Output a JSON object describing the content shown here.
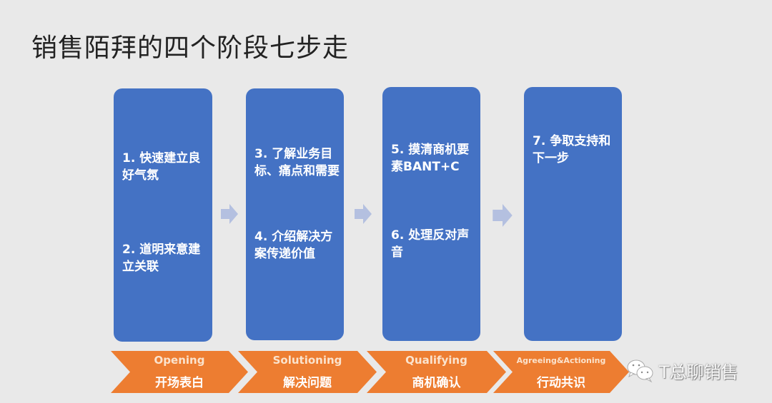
{
  "title": "销售陌拜的四个阶段七步走",
  "colors": {
    "card": "#4472c4",
    "arrow": "#b4c0e0",
    "chevron": "#ed7d31",
    "background": "#e9e9e9"
  },
  "cards": [
    {
      "items": [
        "1. 快速建立良好气氛",
        "2. 道明来意建立关联"
      ]
    },
    {
      "items": [
        "3. 了解业务目标、痛点和需要",
        "4. 介绍解决方案传递价值"
      ]
    },
    {
      "items": [
        "5. 摸清商机要素BANT+C",
        "6. 处理反对声音"
      ]
    },
    {
      "items": [
        "7. 争取支持和下一步"
      ]
    }
  ],
  "stages": [
    {
      "en": "Opening",
      "zh": "开场表白"
    },
    {
      "en": "Solutioning",
      "zh": "解决问题"
    },
    {
      "en": "Qualifying",
      "zh": "商机确认"
    },
    {
      "en": "Agreeing&Actioning",
      "zh": "行动共识"
    }
  ],
  "watermark": {
    "icon": "wechat-icon",
    "text": "T总聊销售"
  }
}
